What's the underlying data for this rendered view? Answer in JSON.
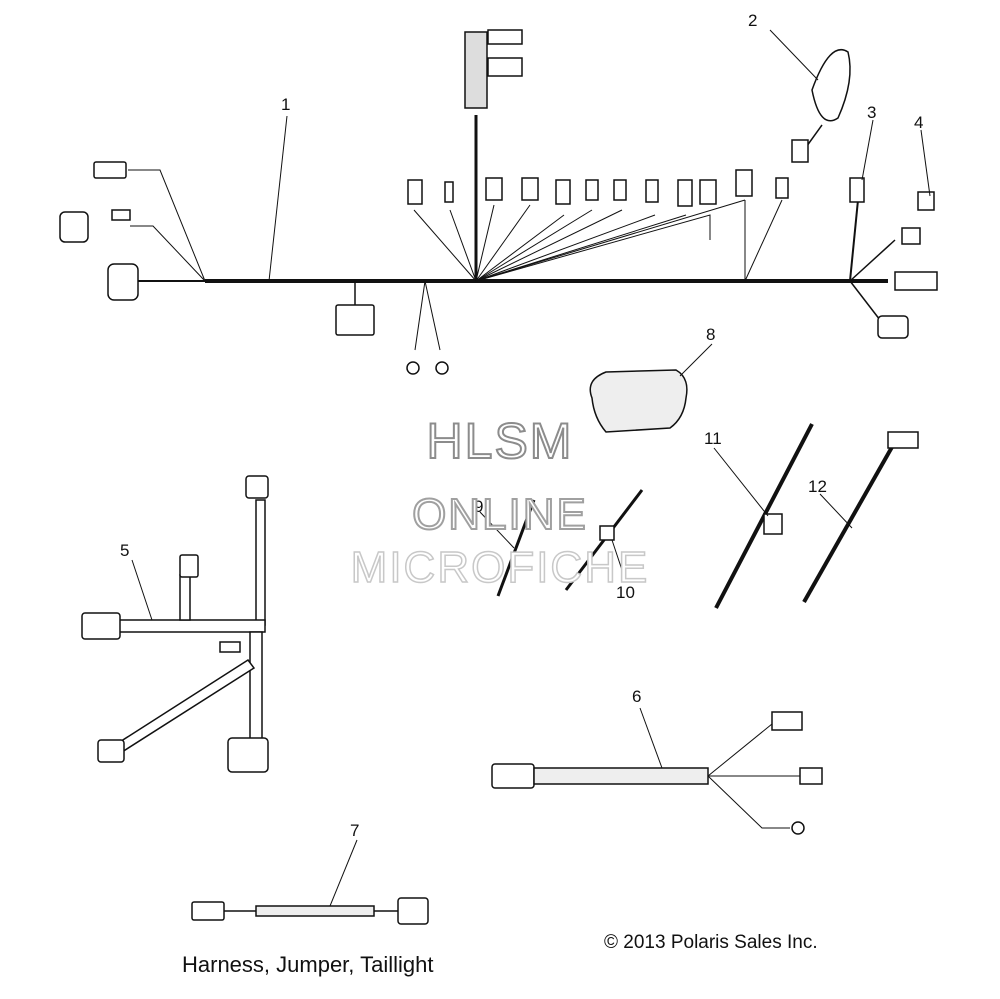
{
  "callouts": [
    {
      "num": "1"
    },
    {
      "num": "2"
    },
    {
      "num": "3"
    },
    {
      "num": "4"
    },
    {
      "num": "5"
    },
    {
      "num": "6"
    },
    {
      "num": "7"
    },
    {
      "num": "8"
    },
    {
      "num": "9"
    },
    {
      "num": "10"
    },
    {
      "num": "11"
    },
    {
      "num": "12"
    }
  ],
  "watermark": {
    "line1": "HLSM",
    "line2": "ONLINE",
    "line3": "MICROFICHE"
  },
  "caption": "Harness, Jumper, Taillight",
  "copyright": "© 2013 Polaris Sales Inc."
}
